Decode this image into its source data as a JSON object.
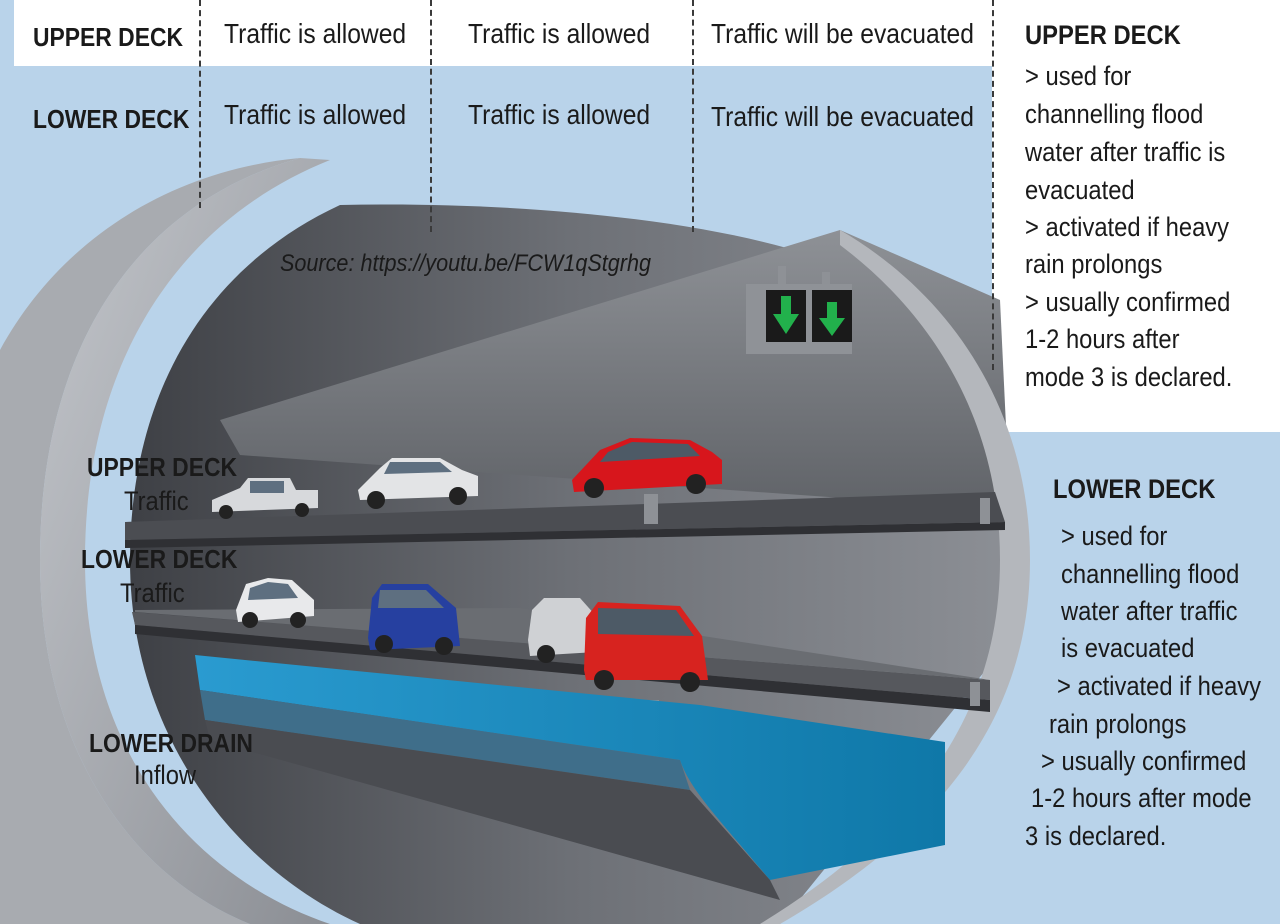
{
  "status_table": {
    "rows": [
      {
        "label": "UPPER DECK",
        "cells": [
          "Traffic is allowed",
          "Traffic is allowed",
          "Traffic will be evacuated"
        ]
      },
      {
        "label": "LOWER DECK",
        "cells": [
          "Traffic is allowed",
          "Traffic is allowed",
          "Traffic will be evacuated"
        ]
      }
    ]
  },
  "source": "Source: https://youtu.be/FCW1qStgrhg",
  "upper_deck_panel": {
    "title": "UPPER DECK",
    "lines": [
      "> used for",
      "channelling flood",
      "water after traffic is",
      "evacuated",
      "> activated if heavy",
      "rain prolongs",
      "> usually confirmed",
      "1-2 hours after",
      "mode 3 is declared."
    ]
  },
  "lower_deck_panel": {
    "title": "LOWER DECK",
    "lines": [
      "> used for",
      "channelling flood",
      "water after traffic",
      "is evacuated",
      "> activated if heavy",
      "rain prolongs",
      "> usually confirmed",
      "1-2 hours after mode",
      "3 is declared."
    ]
  },
  "tunnel_labels": {
    "upper": {
      "title": "UPPER DECK",
      "sub": "Traffic"
    },
    "lower": {
      "title": "LOWER DECK",
      "sub": "Traffic"
    },
    "drain": {
      "title": "LOWER DRAIN",
      "sub": "Inflow"
    }
  },
  "colors": {
    "background": "#b9d3ea",
    "tunnel_wall": "#5e6066",
    "tunnel_rim": "#9a9da3",
    "deck": "#54565b",
    "water": "#1b8fc0",
    "sign_arrow": "#22b14c"
  },
  "icons": [
    "lane-arrow-down-icon",
    "lane-arrow-down-icon"
  ]
}
